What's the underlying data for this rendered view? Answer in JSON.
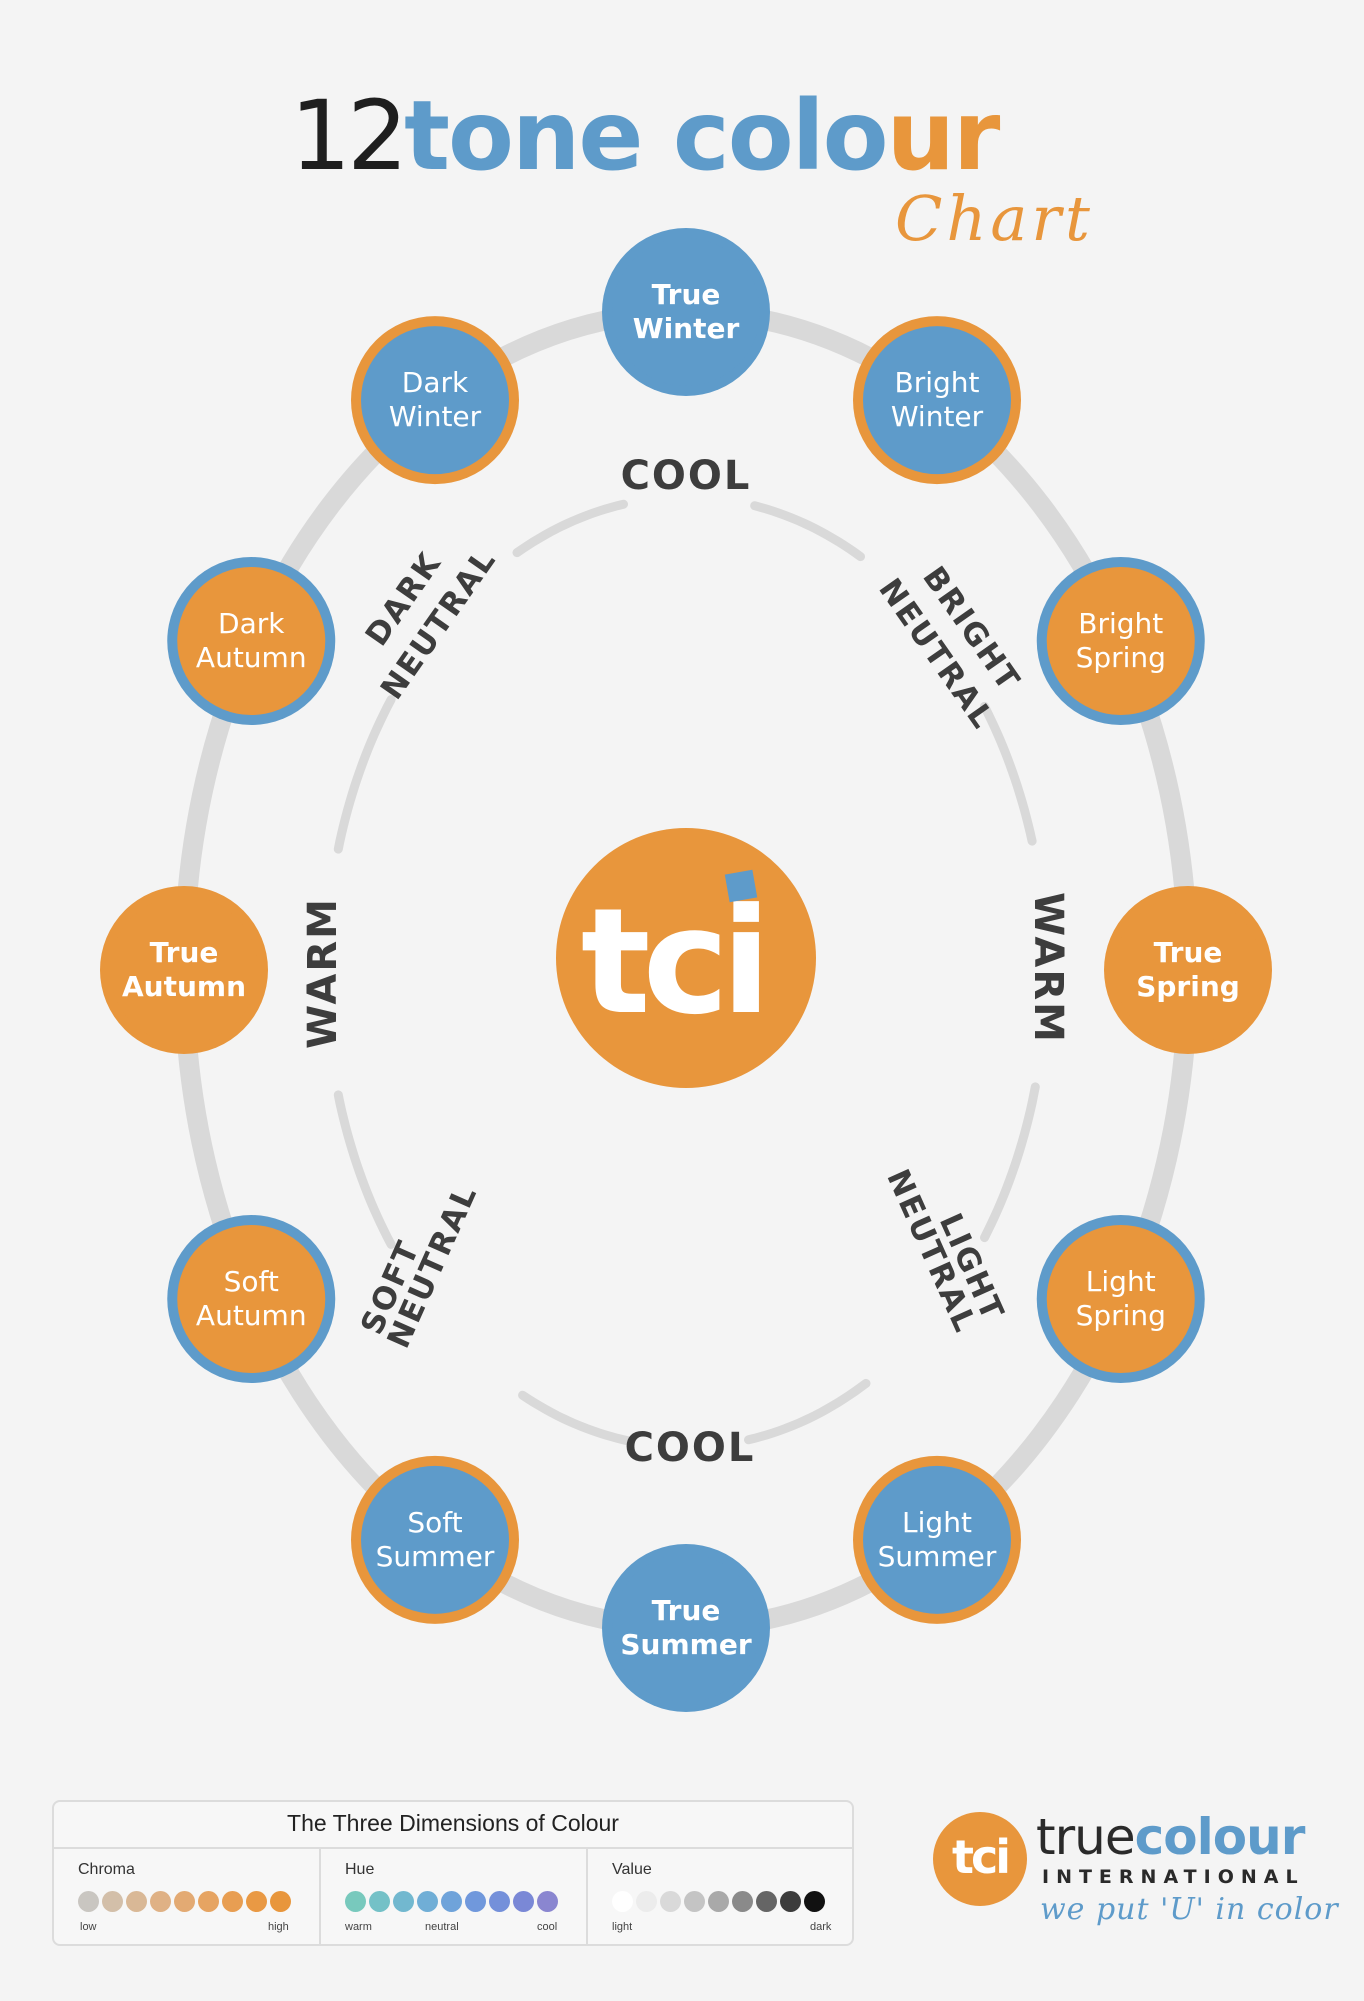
{
  "title": {
    "num": "12",
    "tone": "tone",
    "colo": "colo",
    "ur": "ur",
    "subtitle": "Chart"
  },
  "center_logo": "tci",
  "seasons": [
    {
      "id": "true-winter",
      "line1": "True",
      "line2": "Winter",
      "fill": "#5e9bca",
      "ring": "#5e9bca",
      "bold": true
    },
    {
      "id": "bright-winter",
      "line1": "Bright",
      "line2": "Winter",
      "fill": "#5e9bca",
      "ring": "#e8963c",
      "bold": false
    },
    {
      "id": "bright-spring",
      "line1": "Bright",
      "line2": "Spring",
      "fill": "#e8963c",
      "ring": "#5e9bca",
      "bold": false
    },
    {
      "id": "true-spring",
      "line1": "True",
      "line2": "Spring",
      "fill": "#e8963c",
      "ring": "#e8963c",
      "bold": true
    },
    {
      "id": "light-spring",
      "line1": "Light",
      "line2": "Spring",
      "fill": "#e8963c",
      "ring": "#5e9bca",
      "bold": false
    },
    {
      "id": "light-summer",
      "line1": "Light",
      "line2": "Summer",
      "fill": "#5e9bca",
      "ring": "#e8963c",
      "bold": false
    },
    {
      "id": "true-summer",
      "line1": "True",
      "line2": "Summer",
      "fill": "#5e9bca",
      "ring": "#5e9bca",
      "bold": true
    },
    {
      "id": "soft-summer",
      "line1": "Soft",
      "line2": "Summer",
      "fill": "#5e9bca",
      "ring": "#e8963c",
      "bold": false
    },
    {
      "id": "soft-autumn",
      "line1": "Soft",
      "line2": "Autumn",
      "fill": "#e8963c",
      "ring": "#5e9bca",
      "bold": false
    },
    {
      "id": "true-autumn",
      "line1": "True",
      "line2": "Autumn",
      "fill": "#e8963c",
      "ring": "#e8963c",
      "bold": true
    },
    {
      "id": "dark-autumn",
      "line1": "Dark",
      "line2": "Autumn",
      "fill": "#e8963c",
      "ring": "#5e9bca",
      "bold": false
    },
    {
      "id": "dark-winter",
      "line1": "Dark",
      "line2": "Winter",
      "fill": "#5e9bca",
      "ring": "#e8963c",
      "bold": false
    }
  ],
  "inner_labels": {
    "cool_top": "COOL",
    "cool_bottom": "COOL",
    "warm_left": "WARM",
    "warm_right": "WARM",
    "dark_neutral": [
      "DARK",
      "NEUTRAL"
    ],
    "bright_neutral": [
      "BRIGHT",
      "NEUTRAL"
    ],
    "soft_neutral": [
      "SOFT",
      "NEUTRAL"
    ],
    "light_neutral": [
      "LIGHT",
      "NEUTRAL"
    ]
  },
  "legend": {
    "title": "The Three Dimensions of Colour",
    "chroma": {
      "label": "Chroma",
      "low": "low",
      "high": "high",
      "colors": [
        "#c9c6c1",
        "#d3bfa9",
        "#d9b896",
        "#dfb185",
        "#e3aa73",
        "#e6a462",
        "#e89e52",
        "#e99944",
        "#e8963c"
      ]
    },
    "hue": {
      "label": "Hue",
      "warm": "warm",
      "neutral": "neutral",
      "cool": "cool",
      "colors": [
        "#78c9bd",
        "#74c1c7",
        "#72b8cf",
        "#70aed6",
        "#6fa3da",
        "#7098dc",
        "#7490da",
        "#7a88d6",
        "#8a86d0"
      ]
    },
    "value": {
      "label": "Value",
      "light": "light",
      "dark": "dark",
      "colors": [
        "#ffffff",
        "#ececec",
        "#d9d9d9",
        "#c4c4c4",
        "#a9a9a9",
        "#8a8a8a",
        "#656565",
        "#3c3c3c",
        "#111111"
      ]
    }
  },
  "brand": {
    "logo": "tci",
    "name_part1": "true",
    "name_part2": "colour",
    "sub": "INTERNATIONAL",
    "tagline": "we put 'U' in color"
  },
  "colors": {
    "blue": "#5e9bca",
    "orange": "#e8963c",
    "track": "#d9d9d9",
    "label": "#3d3d3d"
  }
}
